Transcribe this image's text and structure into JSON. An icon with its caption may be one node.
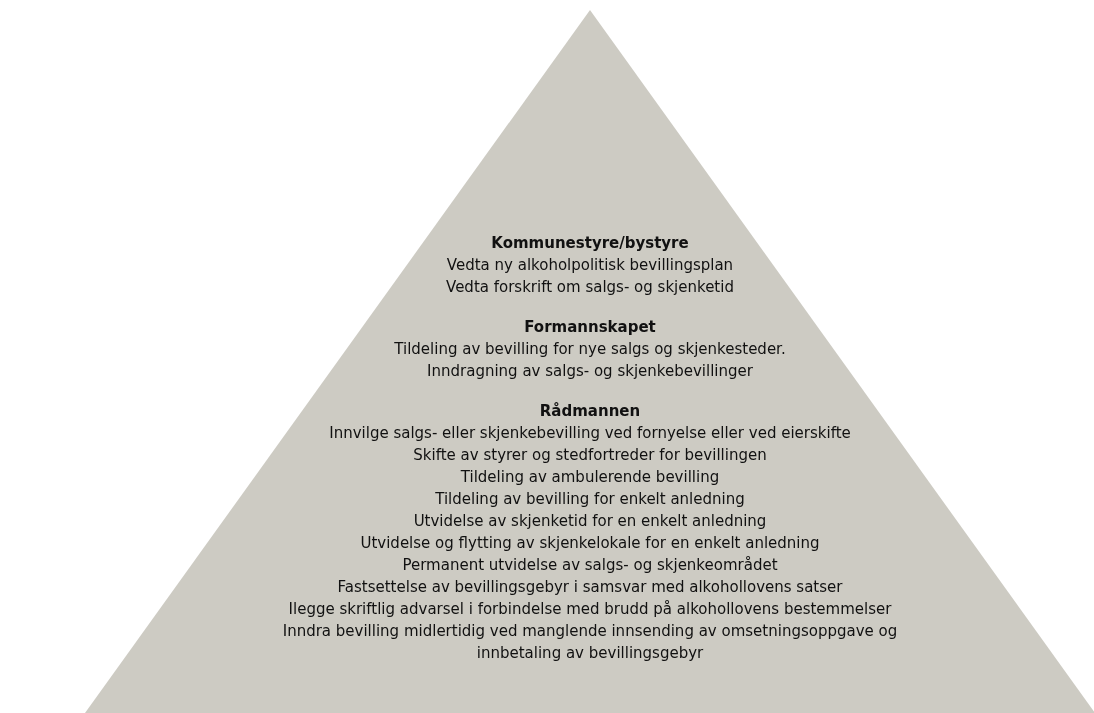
{
  "diagram": {
    "nodes": [
      {
        "text": [
          "Kommunestyre/bystyre",
          "Vedta ny alkoholpolitisk bevillingsplan",
          "Vedta forskrift om salgs- og skjenketid",
          "Formannskapet",
          "Tildeling av bevilling for nye salgs og skjenkesteder.",
          "Inndragning av salgs- og skjenkebevillinger",
          "Rådmannen",
          "Innvilge salgs- eller skjenkebevilling ved fornyelse eller ved eierskifte",
          "Skifte av styrer og stedfortreder for bevillingen",
          "Tildeling av ambulerende bevilling",
          "Tildeling av bevilling for enkelt anledning",
          "Utvidelse av skjenketid for en enkelt anledning",
          "Utvidelse og flytting av skjenkelokale for en enkelt anledning",
          "Permanent utvidelse av salgs- og skjenkeområdet",
          "Fastsettelse av bevillingsgebyr i samsvar med alkohollovens satser",
          "Ilegge skriftlig advarsel i forbindelse med brudd på alkohollovens bestemmelser",
          "Inndra bevilling midlertidig ved manglende innsending av omsetningsoppgave og innbetaling av bevillingsgebyr"
        ]
      }
    ]
  }
}
